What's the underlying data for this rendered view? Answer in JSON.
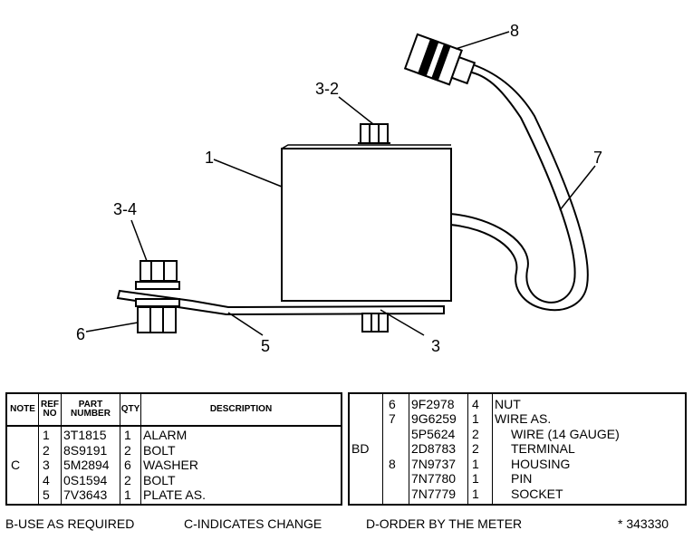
{
  "callouts": {
    "c1": "1",
    "c3_2": "3-2",
    "c3_4": "3-4",
    "c3": "3",
    "c5": "5",
    "c6": "6",
    "c7": "7",
    "c8": "8"
  },
  "left_table": {
    "headers": {
      "note": "NOTE",
      "ref_no_1": "REF",
      "ref_no_2": "NO",
      "part_1": "PART",
      "part_2": "NUMBER",
      "qty": "QTY",
      "description": "DESCRIPTION"
    },
    "note": "C",
    "rows": [
      {
        "ref": "1",
        "part": "3T1815",
        "qty": "1",
        "desc": "ALARM"
      },
      {
        "ref": "2",
        "part": "8S9191",
        "qty": "2",
        "desc": "BOLT"
      },
      {
        "ref": "3",
        "part": "5M2894",
        "qty": "6",
        "desc": "WASHER"
      },
      {
        "ref": "4",
        "part": "0S1594",
        "qty": "2",
        "desc": "BOLT"
      },
      {
        "ref": "5",
        "part": "7V3643",
        "qty": "1",
        "desc": "PLATE AS."
      }
    ]
  },
  "right_table": {
    "note": "BD",
    "rows": [
      {
        "ref": "6",
        "part": "9F2978",
        "qty": "4",
        "desc": "NUT",
        "indent": false
      },
      {
        "ref": "7",
        "part": "9G6259",
        "qty": "1",
        "desc": "WIRE AS.",
        "indent": false
      },
      {
        "ref": "",
        "part": "5P5624",
        "qty": "2",
        "desc": "WIRE (14 GAUGE)",
        "indent": true
      },
      {
        "ref": "",
        "part": "2D8783",
        "qty": "2",
        "desc": "TERMINAL",
        "indent": true
      },
      {
        "ref": "8",
        "part": "7N9737",
        "qty": "1",
        "desc": "HOUSING",
        "indent": true
      },
      {
        "ref": "",
        "part": "7N7780",
        "qty": "1",
        "desc": "PIN",
        "indent": true
      },
      {
        "ref": "",
        "part": "7N7779",
        "qty": "1",
        "desc": "SOCKET",
        "indent": true
      }
    ]
  },
  "footer": {
    "b_note": "B-USE AS REQUIRED",
    "c_note": "C-INDICATES CHANGE",
    "d_note": "D-ORDER BY THE METER",
    "drawing_no": "* 343330"
  }
}
